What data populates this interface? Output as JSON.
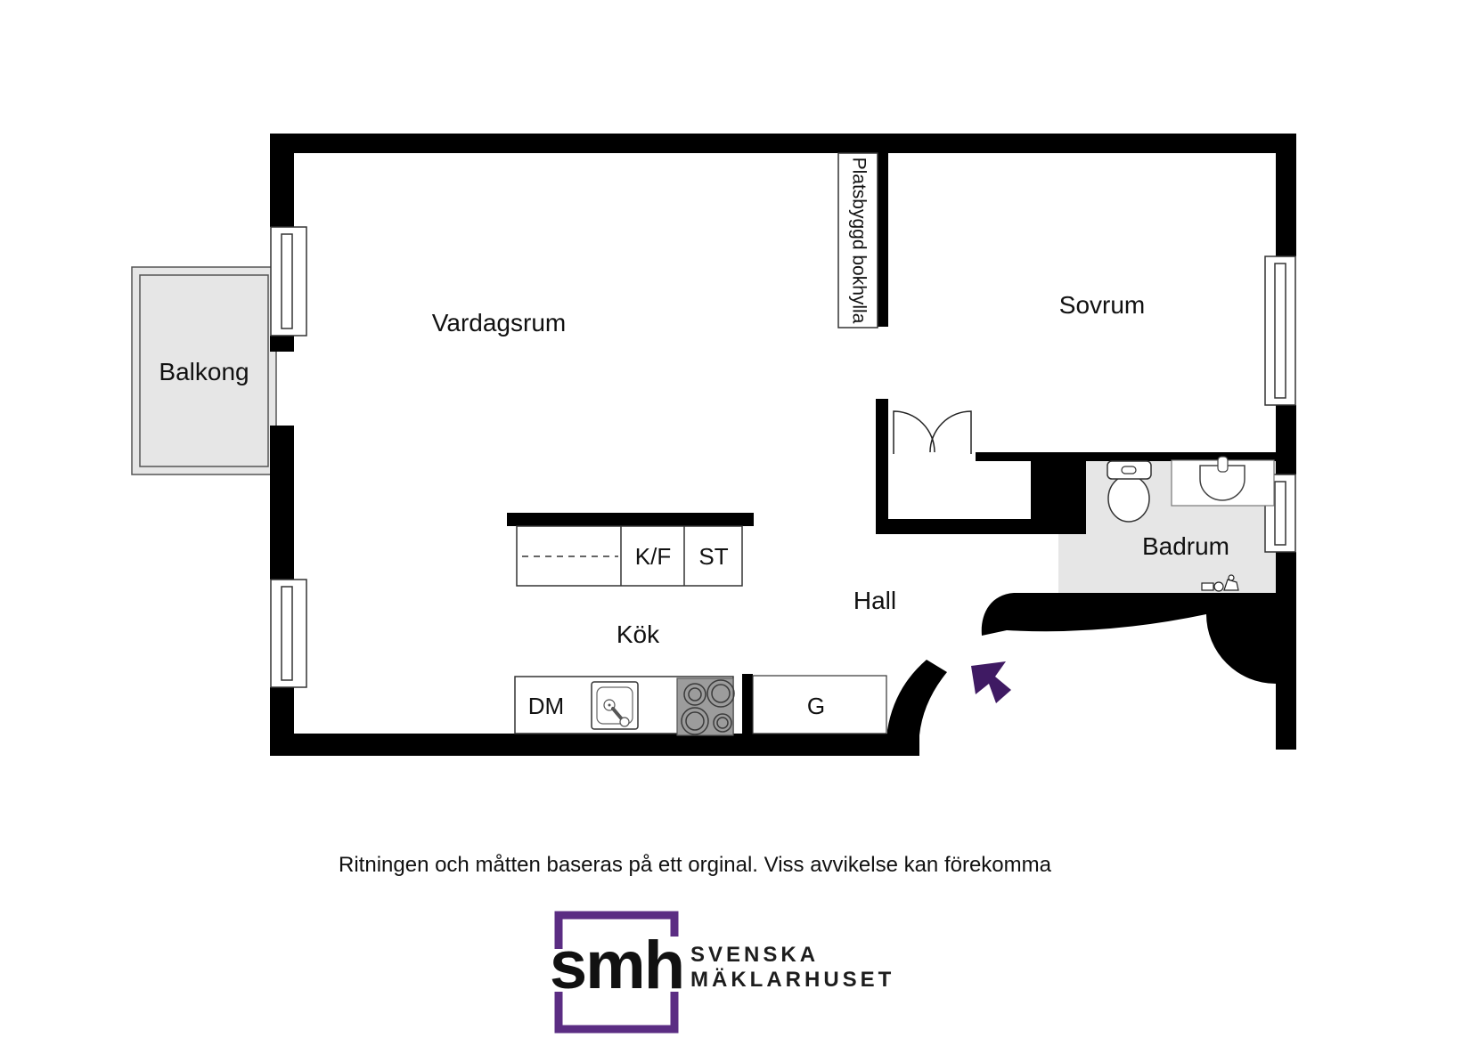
{
  "rooms": {
    "vardagsrum": "Vardagsrum",
    "sovrum": "Sovrum",
    "balkong": "Balkong",
    "badrum": "Badrum",
    "hall": "Hall",
    "kok": "Kök"
  },
  "fixtures": {
    "bookshelf": "Platsbyggd bokhylla",
    "fridge_freezer": "K/F",
    "st_cabinet": "ST",
    "dishwasher": "DM",
    "wardrobe": "G"
  },
  "footer": {
    "disclaimer": "Ritningen och måtten baseras på ett orginal. Viss avvikelse kan förekomma"
  },
  "logo": {
    "monogram": "smh",
    "company_line1": "SVENSKA",
    "company_line2": "MÄKLARHUSET"
  },
  "colors": {
    "wall": "#000000",
    "floor_gray": "#e6e6e6",
    "stove_gray": "#9c9c9c",
    "logo_purple": "#5b2d83",
    "arrow_purple": "#3f1a63"
  }
}
